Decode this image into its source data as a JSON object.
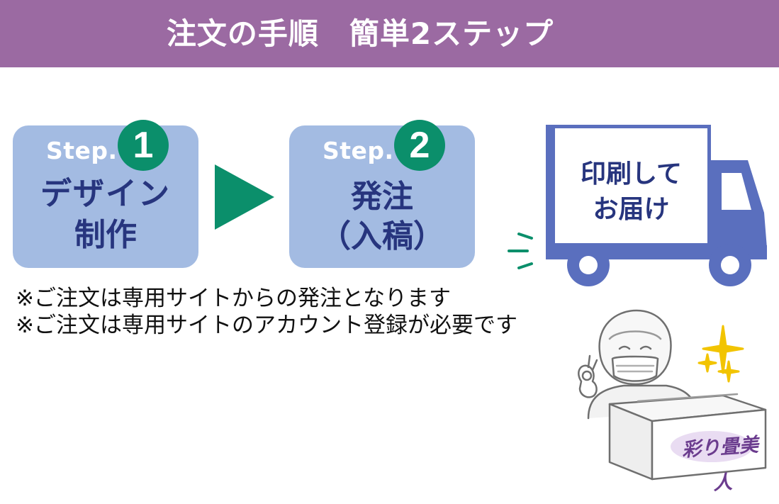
{
  "banner": {
    "title": "注文の手順　簡単2ステップ"
  },
  "steps": [
    {
      "label": "Step.",
      "number": "1",
      "line1": "デザイン",
      "line2": "制作"
    },
    {
      "label": "Step.",
      "number": "2",
      "line1": "発注",
      "line2": "（入稿）"
    }
  ],
  "delivery": {
    "line1": "印刷して",
    "line2": "お届け"
  },
  "notes": [
    "※ご注文は専用サイトからの発注となります",
    "※ご注文は専用サイトのアカウント登録が必要です"
  ],
  "brand_mark": "彩り畳美人",
  "colors": {
    "banner": "#9b6aa2",
    "card": "#a3bbe2",
    "accent_green": "#0b8f6b",
    "text_navy": "#27357e",
    "truck_blue": "#5a6fbe",
    "sparkle": "#f2c400"
  },
  "icons": [
    "arrow-right-icon",
    "truck-icon",
    "speed-lines-icon",
    "worker-illustration",
    "sparkle-icon",
    "box-icon"
  ]
}
